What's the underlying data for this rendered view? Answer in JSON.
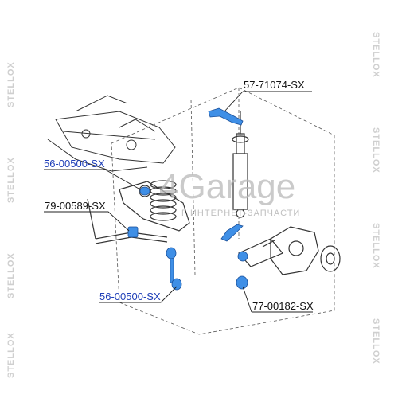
{
  "watermark": {
    "side_text": "STELLOX",
    "brand_name": "4Garage",
    "brand_subtitle": "Г ИНТЕРНЕТ-ЗАПЧАСТИ"
  },
  "parts": [
    {
      "code": "57-71074-SX",
      "style": "black"
    },
    {
      "code": "56-00500-SX",
      "style": "blue"
    },
    {
      "code": "79-00589-SX",
      "style": "black"
    },
    {
      "code": "56-00500-SX",
      "style": "blue"
    },
    {
      "code": "77-00182-SX",
      "style": "black"
    }
  ],
  "colors": {
    "highlight_part": "#3f8fe6",
    "label_blue": "#1f3fb8",
    "label_black": "#111111",
    "line": "#222222",
    "watermark": "#cfcfcf"
  }
}
